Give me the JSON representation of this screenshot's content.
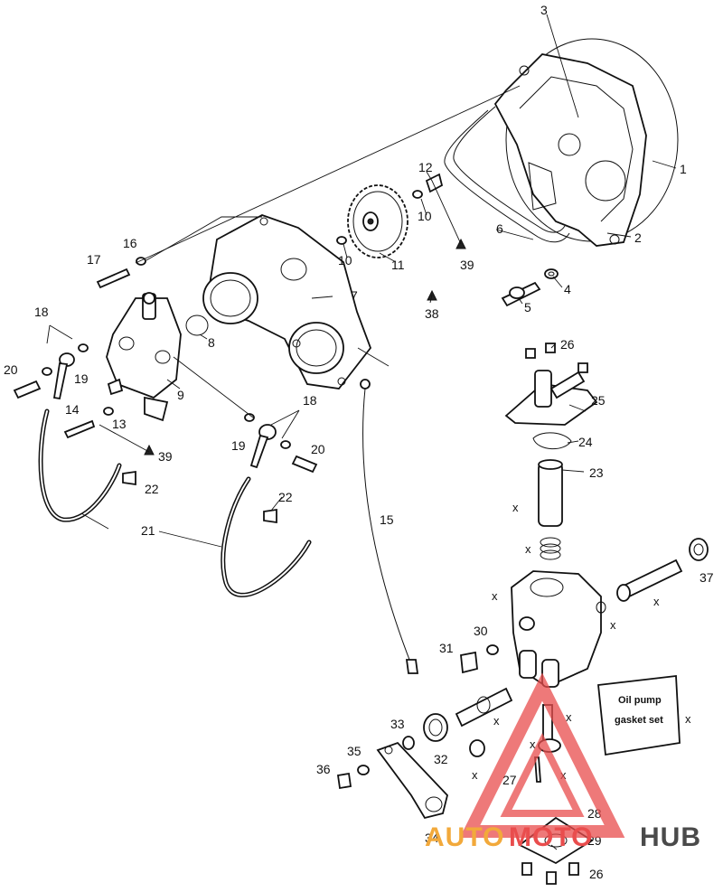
{
  "diagram": {
    "part_labels": [
      "1",
      "2",
      "3",
      "4",
      "5",
      "6",
      "7",
      "8",
      "9",
      "10",
      "10",
      "11",
      "12",
      "13",
      "14",
      "15",
      "16",
      "17",
      "18",
      "18",
      "19",
      "19",
      "20",
      "20",
      "21",
      "22",
      "22",
      "23",
      "24",
      "25",
      "26",
      "26",
      "27",
      "28",
      "29",
      "30",
      "31",
      "32",
      "33",
      "34",
      "35",
      "36",
      "37",
      "38",
      "39",
      "39"
    ],
    "x_marks": [
      "x",
      "x",
      "x",
      "x",
      "x",
      "x",
      "x",
      "x",
      "x",
      "x"
    ],
    "gasket_set_label_line1": "Oil pump",
    "gasket_set_label_line2": "gasket set",
    "x_mark_gasket": "x"
  },
  "watermark": {
    "part1": "AUTO",
    "part2": "MOTO",
    "part3": "HUB",
    "color_auto": "#f2a93b",
    "color_moto": "#e94d4d",
    "color_hub": "#4a4a4a",
    "logo_color": "#e94d4d"
  }
}
